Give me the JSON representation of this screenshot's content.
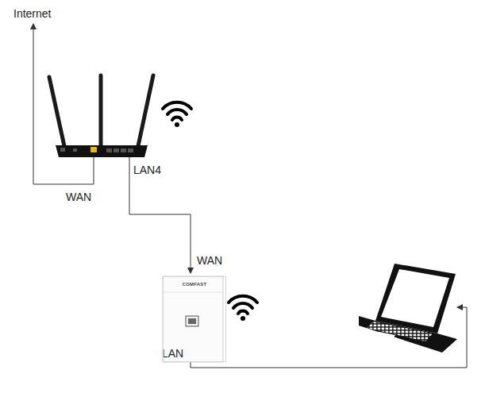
{
  "diagram": {
    "nodes": [
      {
        "text": [
          "COMFAST"
        ]
      }
    ],
    "labels": [
      "Internet",
      "WAN",
      "LAN4",
      "WAN",
      "LAN"
    ]
  }
}
